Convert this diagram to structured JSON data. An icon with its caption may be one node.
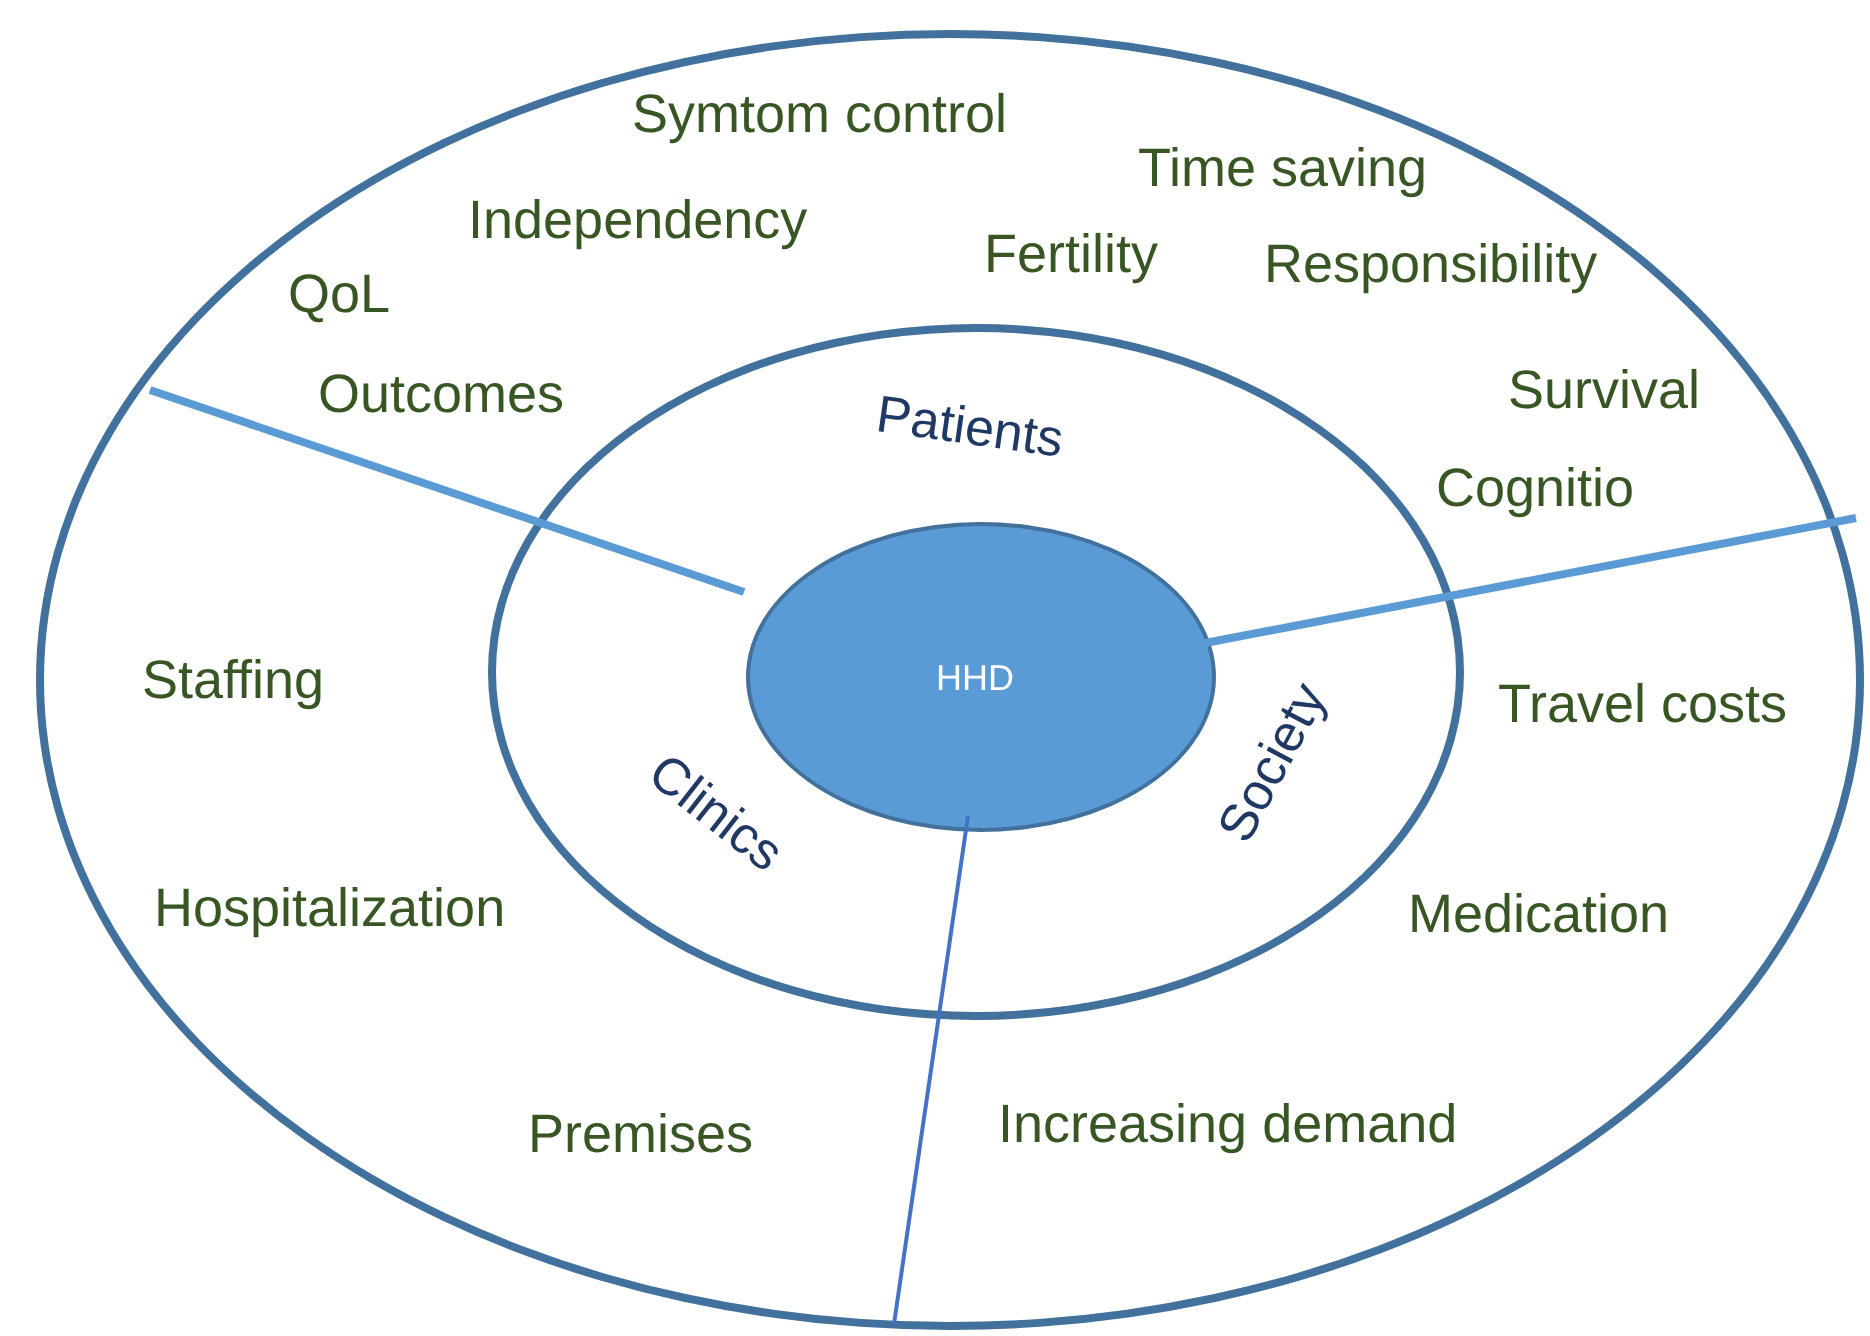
{
  "diagram": {
    "nodes": [
      {
        "text": [
          "Symtom control",
          "Time saving",
          "Independency",
          "Fertility",
          "Responsibility",
          "QoL",
          "Outcomes",
          "Survival",
          "Cognitio",
          "Staffing",
          "Travel costs",
          "Hospitalization",
          "Medication",
          "Premises",
          "Increasing demand"
        ]
      },
      {
        "text": [
          "Patients",
          "Clinics",
          "Society"
        ],
        "in": 0
      },
      {
        "text": [
          "HHD"
        ],
        "in": 1
      }
    ]
  }
}
